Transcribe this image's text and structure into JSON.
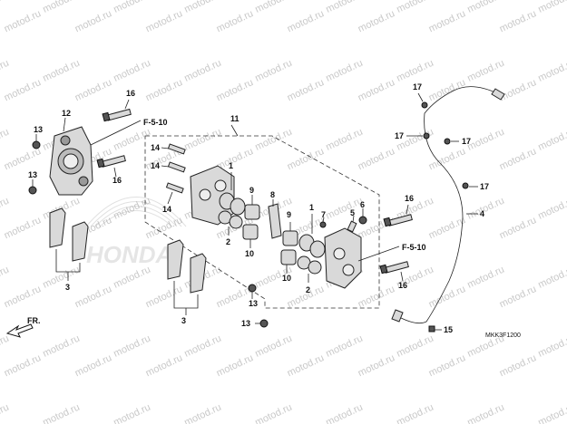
{
  "diagram": {
    "watermark_text": "motod.ru",
    "brand_watermark": "HONDA",
    "diagram_code": "MKK3F1200",
    "front_indicator": "FR.",
    "references": {
      "upper": "F-5-10",
      "lower": "F-5-10"
    },
    "callouts": {
      "c1a": "1",
      "c1b": "1",
      "c2a": "2",
      "c2b": "2",
      "c3a": "3",
      "c3b": "3",
      "c4": "4",
      "c5": "5",
      "c6": "6",
      "c7": "7",
      "c8": "8",
      "c9a": "9",
      "c9b": "9",
      "c10a": "10",
      "c10b": "10",
      "c11": "11",
      "c12": "12",
      "c13a": "13",
      "c13b": "13",
      "c13c": "13",
      "c13d": "13",
      "c14a": "14",
      "c14b": "14",
      "c14c": "14",
      "c15": "15",
      "c16a": "16",
      "c16b": "16",
      "c16c": "16",
      "c16d": "16",
      "c17a": "17",
      "c17b": "17",
      "c17c": "17",
      "c17d": "17"
    }
  }
}
